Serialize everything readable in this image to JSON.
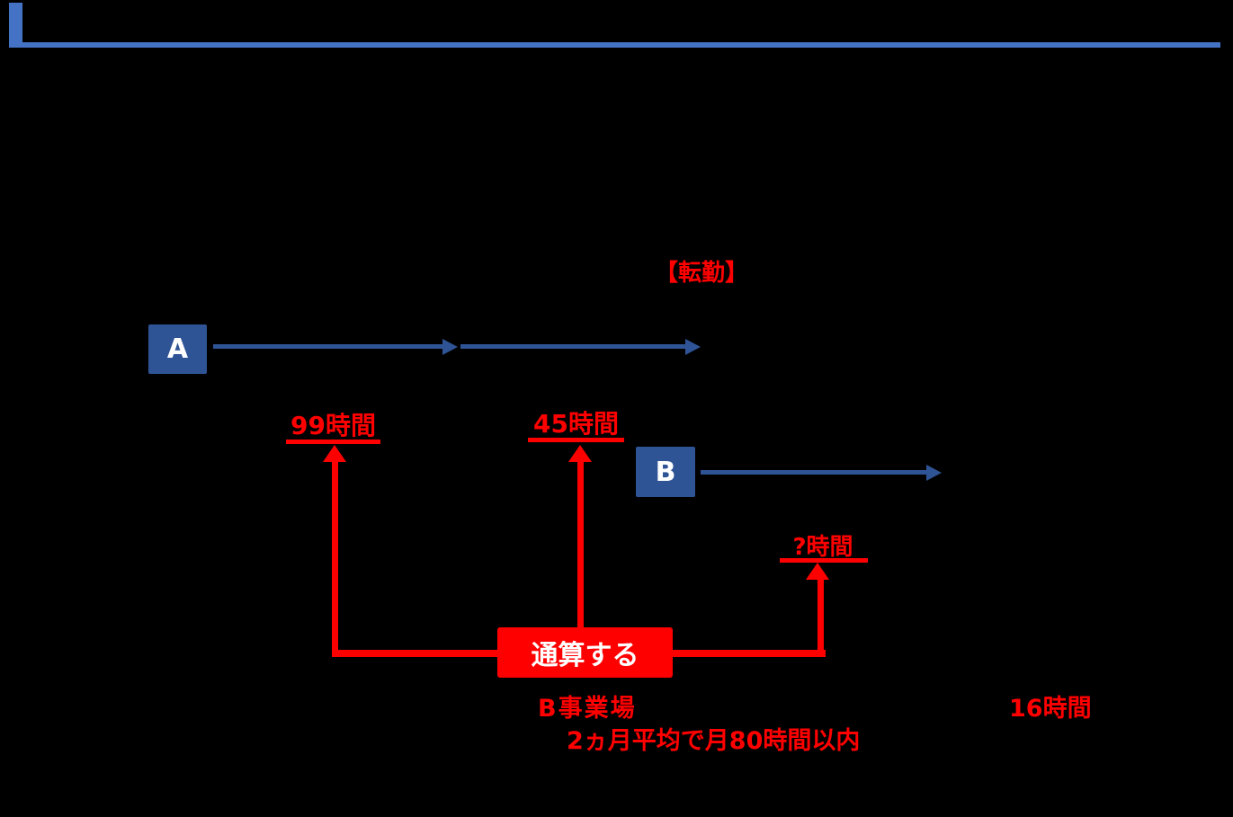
{
  "colors": {
    "background": "#000000",
    "accent": "#4472C4",
    "blue": "#2F5496",
    "red": "#FF0000",
    "white": "#FFFFFF"
  },
  "diagram": {
    "transfer_label": "【転勤】",
    "site_a": {
      "label": "A"
    },
    "site_b": {
      "label": "B"
    },
    "hours_a_month1": "99時間",
    "hours_a_month2": "45時間",
    "hours_b_month": "?時間",
    "aggregate_label": "通算する",
    "site_b_name": "B事業場",
    "hours_b_value": "16時間",
    "average_rule": "2ヵ月平均で月80時間以内"
  }
}
